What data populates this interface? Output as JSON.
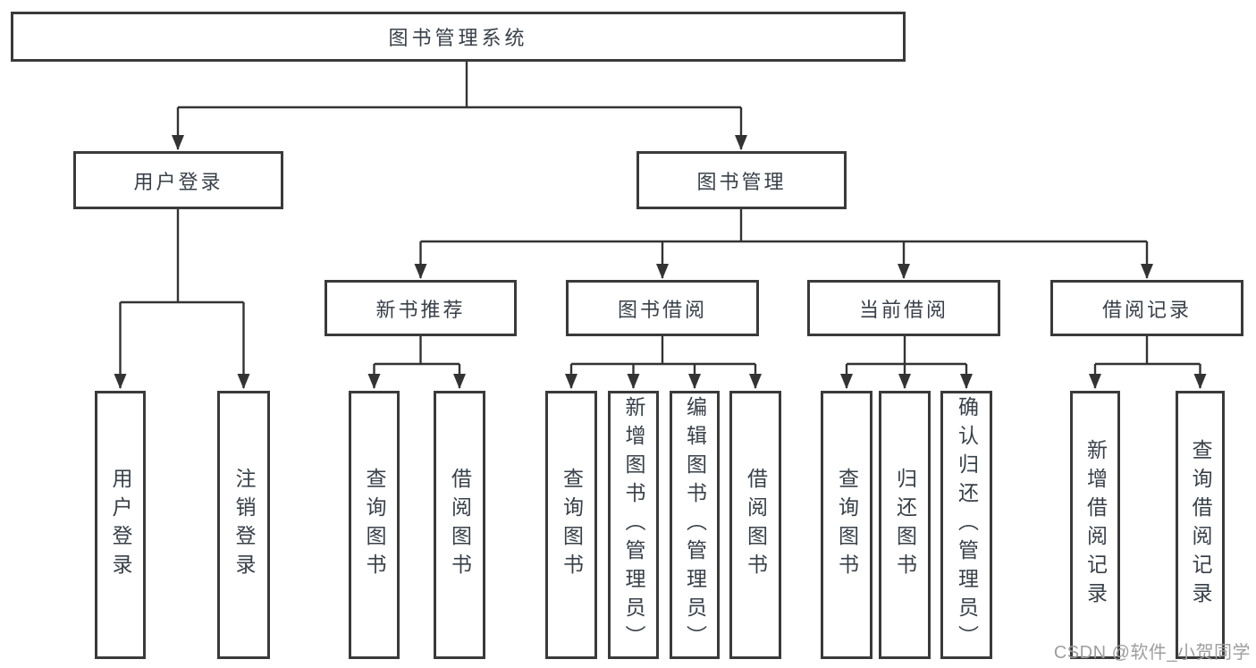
{
  "tree": {
    "label": "图书管理系统",
    "children": [
      {
        "label": "用户登录",
        "children": [
          {
            "label": "用户登录"
          },
          {
            "label": "注销登录"
          }
        ]
      },
      {
        "label": "图书管理",
        "children": [
          {
            "label": "新书推荐",
            "children": [
              {
                "label": "查询图书"
              },
              {
                "label": "借阅图书"
              }
            ]
          },
          {
            "label": "图书借阅",
            "children": [
              {
                "label": "查询图书"
              },
              {
                "label": "新增图书（管理员）"
              },
              {
                "label": "编辑图书（管理员）"
              },
              {
                "label": "借阅图书"
              }
            ]
          },
          {
            "label": "当前借阅",
            "children": [
              {
                "label": "查询图书"
              },
              {
                "label": "归还图书"
              },
              {
                "label": "确认归还（管理员）"
              }
            ]
          },
          {
            "label": "借阅记录",
            "children": [
              {
                "label": "新增借阅记录"
              },
              {
                "label": "查询借阅记录"
              }
            ]
          }
        ]
      }
    ]
  },
  "watermark": "CSDN @软件_小贺同学",
  "colors": {
    "background": "#ffffff",
    "box_border": "#3a3a3a",
    "connector": "#333333",
    "text": "#394049",
    "watermark": "#9e9e9e"
  }
}
